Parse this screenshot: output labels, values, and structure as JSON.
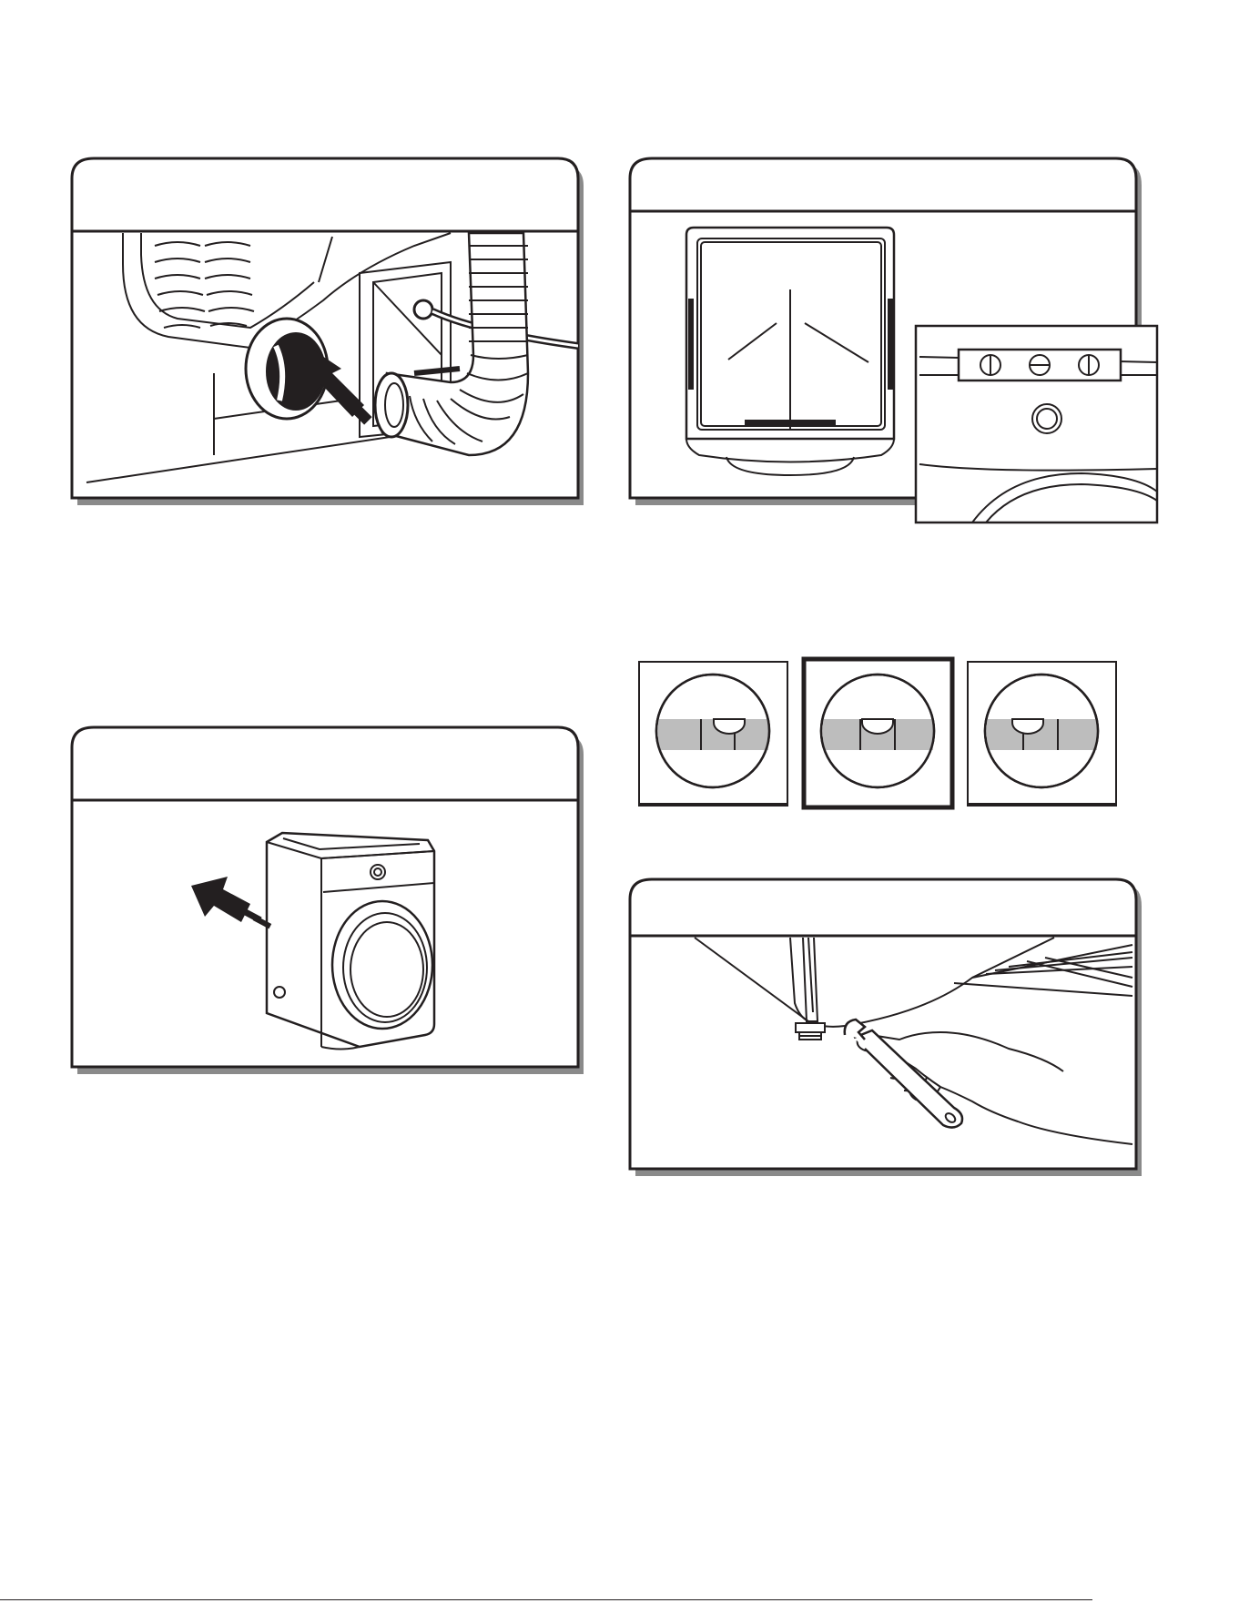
{
  "page": {
    "illustrations": [
      {
        "id": "vent-connection",
        "icon": "exhaust-vent-connection"
      },
      {
        "id": "level-check",
        "icon": "dryer-top-level-check"
      },
      {
        "id": "slide-dryer",
        "icon": "dryer-slide-into-place"
      },
      {
        "id": "bubble-level-states",
        "icon": "bubble-level-comparison"
      },
      {
        "id": "adjust-feet",
        "icon": "wrench-leveling-foot"
      }
    ]
  }
}
